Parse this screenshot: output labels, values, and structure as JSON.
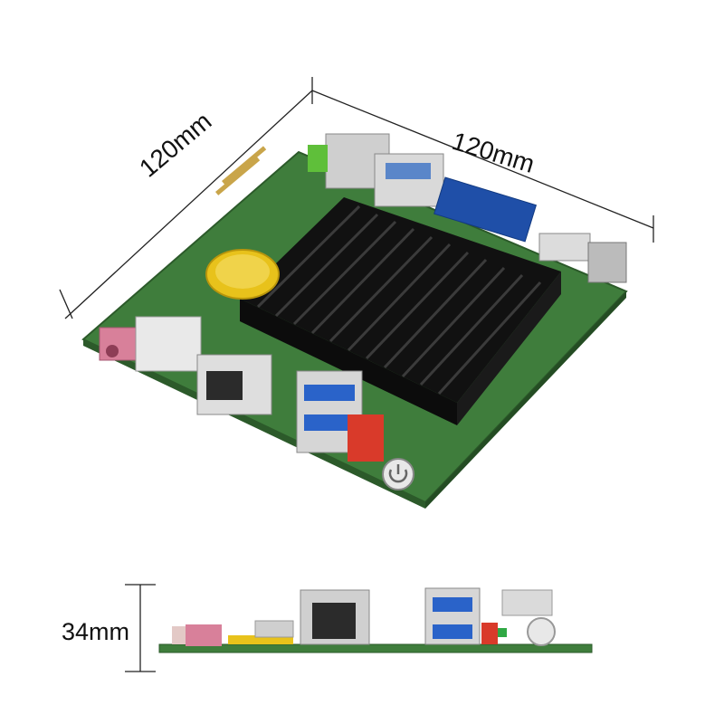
{
  "dimensions": {
    "width_label": "120mm",
    "depth_label": "120mm",
    "height_label": "34mm"
  },
  "colors": {
    "pcb": "#3f7d3c",
    "heatsink": "#1b1b1b",
    "vga": "#1f4fa8",
    "usb3": "#2a63c9",
    "battery": "#e8c21b",
    "audio_jack": "#d8809a",
    "red_header": "#d93a2a",
    "line": "#222222"
  },
  "icons": [
    "power-button-icon",
    "ethernet-port-icon",
    "usb3-port-icon",
    "vga-port-icon",
    "audio-jack-icon",
    "sim-slot-icon"
  ]
}
